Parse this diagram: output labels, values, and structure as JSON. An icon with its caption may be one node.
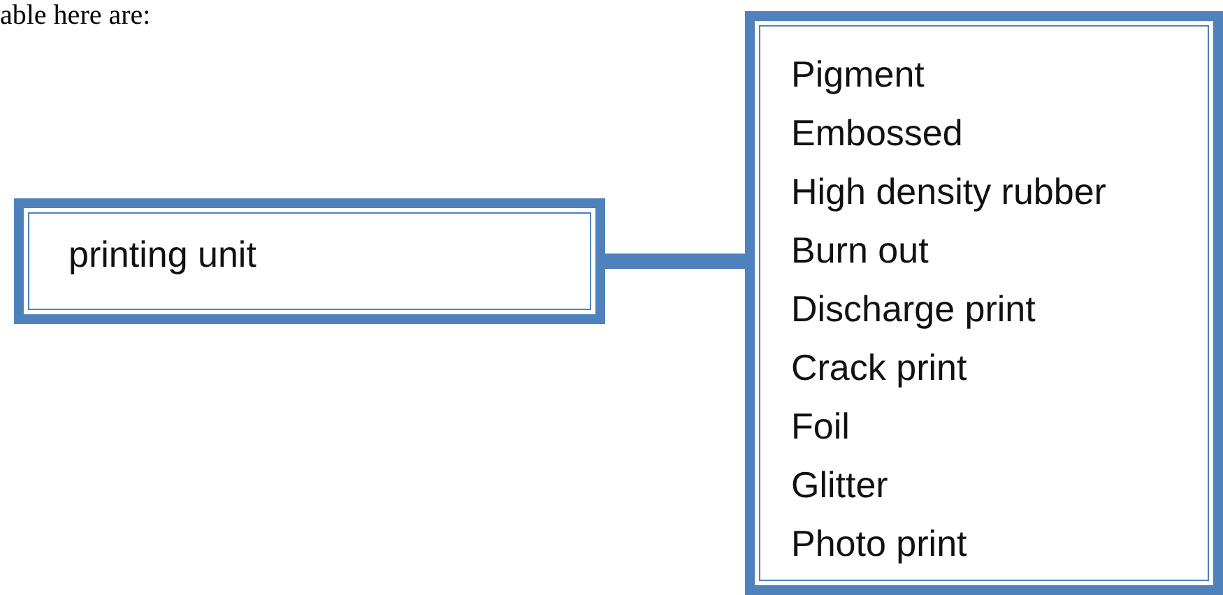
{
  "diagram": {
    "nodes": [
      {
        "text": [
          "printing unit"
        ]
      },
      {
        "text": [
          "Pigment",
          "Embossed",
          "High density rubber",
          "Burn out",
          "Discharge print",
          "Crack print",
          "Foil",
          "Glitter",
          "Photo print"
        ]
      }
    ],
    "edges": [
      {
        "from": 0,
        "to": 1,
        "arrow": "none"
      }
    ],
    "labels": [
      "able here are:"
    ]
  }
}
